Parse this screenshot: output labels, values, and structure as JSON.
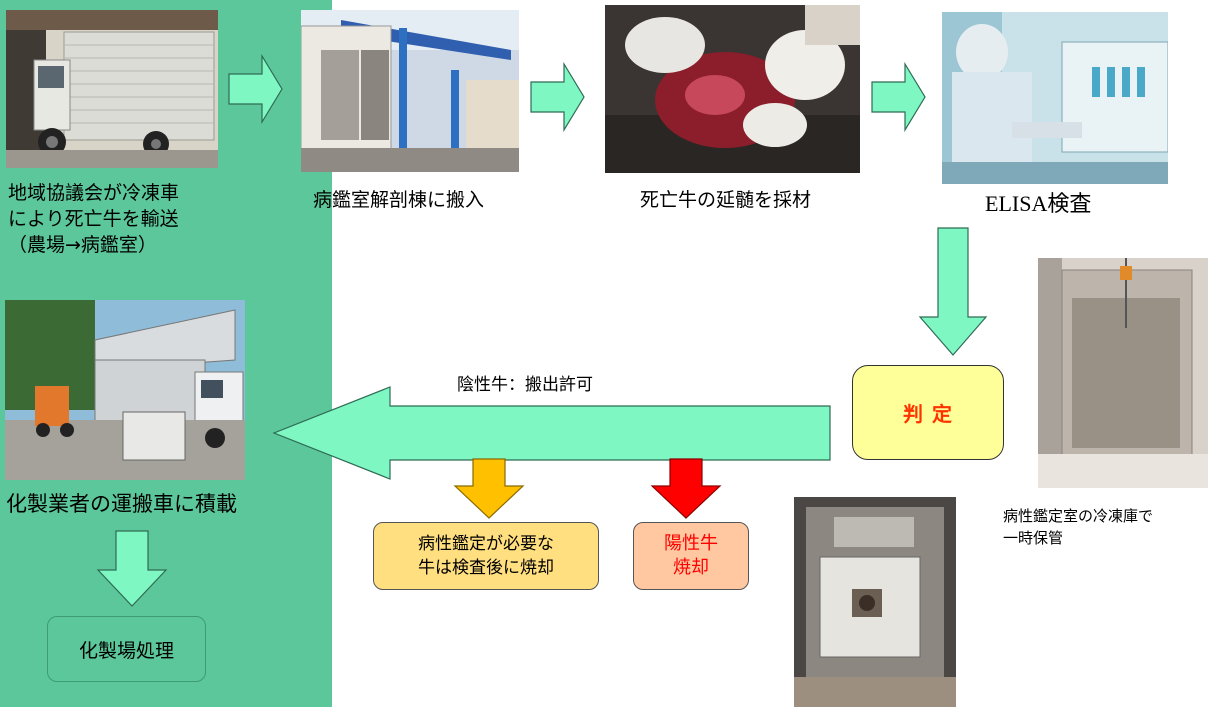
{
  "colors": {
    "panel_green": "#5cc79a",
    "arrow_fill": "#7ff7c3",
    "arrow_stroke": "#2f6b55",
    "judge_fill": "#ffff99",
    "judge_text": "#ff3300",
    "orange_arrow": "#ffc000",
    "red_arrow": "#ff0000",
    "orange_box": "#ffdf7f",
    "salmon_box": "#ffc8a0",
    "positive_text": "#ff0000"
  },
  "steps": {
    "transport": "地域協議会が冷凍車\nにより死亡牛を輸送\n（農場→病鑑室）",
    "carry_in": "病鑑室解剖棟に搬入",
    "sampling": "死亡牛の延髄を採材",
    "elisa": "ELISA検査",
    "judge": "判 定",
    "negative": "陰性牛：搬出許可",
    "load": "化製業者の運搬車に積載",
    "rendering": "化製場処理",
    "needs_exam": "病性鑑定が必要な\n牛は検査後に焼却",
    "positive": "陽性牛\n焼却",
    "storage": "病性鑑定室の冷凍庫で\n一時保管"
  },
  "photos": {
    "truck": "refrigerated-truck-photo",
    "building": "dissection-building-photo",
    "dissection": "medulla-sampling-photo",
    "lab": "elisa-lab-photo",
    "freezer": "freezer-room-photo",
    "loading": "loading-truck-photo",
    "incinerator": "incinerator-photo"
  }
}
